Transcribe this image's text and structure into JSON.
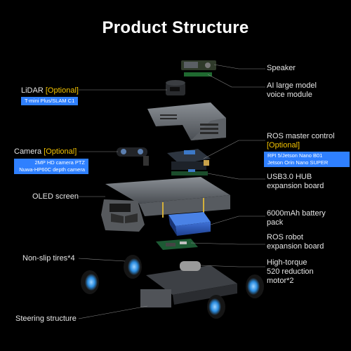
{
  "title": "Product Structure",
  "labels": {
    "speaker": "Speaker",
    "ai_module": [
      "AI large model",
      "voice module"
    ],
    "lidar": "LiDAR",
    "lidar_optional": "[Optional]",
    "lidar_tag": "T-mini Plus/SLAM C1",
    "ros_master": "ROS master control",
    "ros_master_optional": "[Optional]",
    "ros_master_tag": [
      "RPI 5/Jetson Nano B01",
      "Jetson Orin Nano SUPER"
    ],
    "camera": "Camera",
    "camera_optional": "[Optional]",
    "camera_tag": [
      "2MP HD camera PTZ",
      "Nuwa-HP60C depth camera"
    ],
    "usb_hub": [
      "USB3.0 HUB",
      "expansion board"
    ],
    "oled": "OLED screen",
    "battery": [
      "6000mAh battery",
      "pack"
    ],
    "expansion": [
      "ROS robot",
      "expansion board"
    ],
    "tires": "Non-slip tires*4",
    "motor": [
      "High-torque",
      "520 reduction",
      "motor*2"
    ],
    "steering": "Steering structure"
  },
  "colors": {
    "accent_yellow": "#f5c400",
    "tag_blue": "#2f80ff",
    "background": "#000000"
  }
}
